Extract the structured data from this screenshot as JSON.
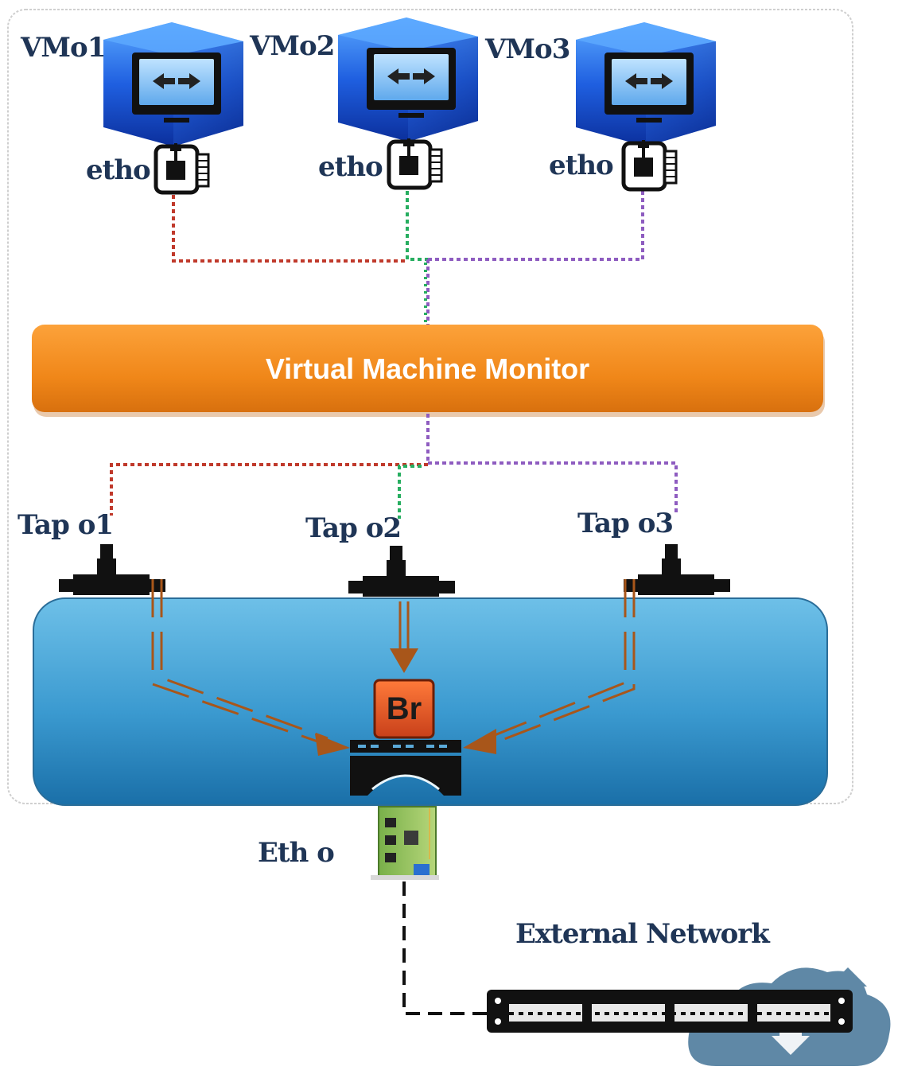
{
  "vms": [
    {
      "name": "VMo1",
      "iface": "etho",
      "link_color": "#c0392b"
    },
    {
      "name": "VMo2",
      "iface": "etho",
      "link_color": "#27ae60"
    },
    {
      "name": "VMo3",
      "iface": "etho",
      "link_color": "#8e5cc0"
    }
  ],
  "hypervisor": {
    "label": "Virtual Machine Monitor"
  },
  "taps": [
    {
      "name": "Tap o1"
    },
    {
      "name": "Tap o2"
    },
    {
      "name": "Tap o3"
    }
  ],
  "bridge": {
    "label": "Br"
  },
  "host_nic": {
    "label": "Eth o"
  },
  "external": {
    "label": "External Network"
  },
  "colors": {
    "host_border": "#cfcfcf",
    "vmm_orange": "#f28a1e",
    "bridge_blue": "#3a9bd0",
    "arrow_brown": "#a8561a",
    "label_navy": "#1f3556"
  }
}
